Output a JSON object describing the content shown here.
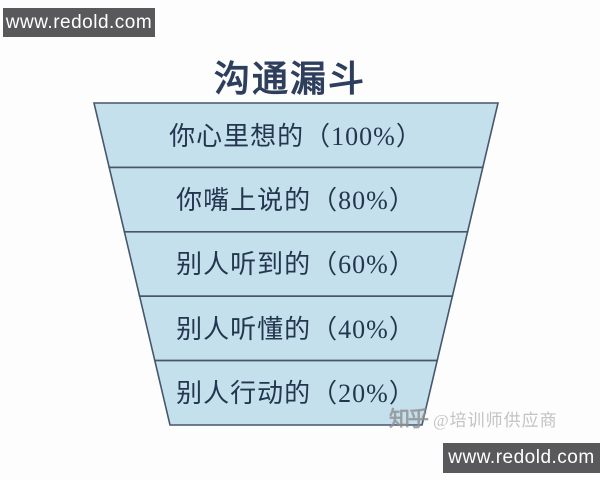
{
  "title": "沟通漏斗",
  "watermarks": {
    "top_left": "www.redold.com",
    "bottom_right": "www.redold.com",
    "bar_background": "#59595b",
    "bar_text_color": "#ffffff"
  },
  "funnel": {
    "levels": [
      {
        "label": "你心里想的（100%）",
        "name": "你心里想的",
        "percent": 100
      },
      {
        "label": "你嘴上说的（80%）",
        "name": "你嘴上说的",
        "percent": 80
      },
      {
        "label": "别人听到的（60%）",
        "name": "别人听到的",
        "percent": 60
      },
      {
        "label": "别人听懂的（40%）",
        "name": "别人听懂的",
        "percent": 40
      },
      {
        "label": "别人行动的（20%）",
        "name": "别人行动的",
        "percent": 20
      }
    ],
    "colors": {
      "fill": "#c4e0ec",
      "border": "#47576b",
      "text": "#24364f",
      "title": "#2e3e5d"
    }
  },
  "credit": {
    "logo": "知乎",
    "handle": "@培训师供应商"
  },
  "chart_data": {
    "type": "funnel",
    "title": "沟通漏斗",
    "categories": [
      "你心里想的",
      "你嘴上说的",
      "别人听到的",
      "别人听懂的",
      "别人行动的"
    ],
    "values": [
      100,
      80,
      60,
      40,
      20
    ],
    "unit": "%",
    "order": "top-widest-to-bottom-narrowest"
  }
}
